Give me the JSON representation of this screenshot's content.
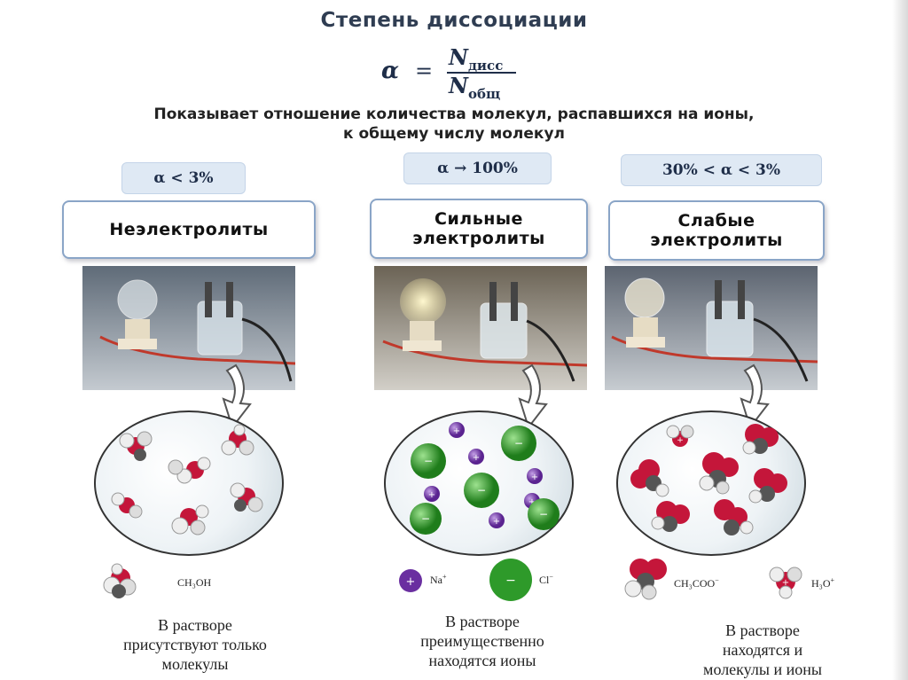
{
  "title": "Степень диссоциации",
  "formula": {
    "lhs": "α",
    "eq": "=",
    "numerator": "N",
    "numerator_sub": "дисс",
    "denominator": "N",
    "denominator_sub": "общ"
  },
  "description_line1": "Показывает отношение количества молекул, распавшихся на ионы,",
  "description_line2": "к общему числу молекул",
  "columns": [
    {
      "alpha": "α < 3%",
      "category": "Неэлектролиты",
      "legend": [
        {
          "label": "CH₃OH"
        }
      ],
      "caption": [
        "В растворе",
        "присутствуют только",
        "молекулы"
      ]
    },
    {
      "alpha": "α → 100%",
      "category_line1": "Сильные",
      "category_line2": "электролиты",
      "legend": [
        {
          "label": "Na",
          "charge": "+"
        },
        {
          "label": "Cl",
          "charge": "−"
        }
      ],
      "caption": [
        "В растворе",
        "преимущественно",
        "находятся ионы"
      ]
    },
    {
      "alpha": "30% < α < 3%",
      "category_line1": "Слабые",
      "category_line2": "электролиты",
      "legend": [
        {
          "label": "CH₃COO",
          "charge": "−"
        },
        {
          "label": "H₃O",
          "charge": "+"
        }
      ],
      "caption": [
        "В растворе",
        "находятся и",
        "молекулы и ионы"
      ]
    }
  ],
  "colors": {
    "accent": "#2f3d52",
    "alpha_box": "#dfe9f4",
    "box_border": "#8aa5c7",
    "sodium": "#7b3fb0",
    "chloride": "#2e9a2a",
    "oxygen": "#c4163a",
    "hydrogen": "#e8e8e8",
    "carbon": "#4a4a4a"
  }
}
